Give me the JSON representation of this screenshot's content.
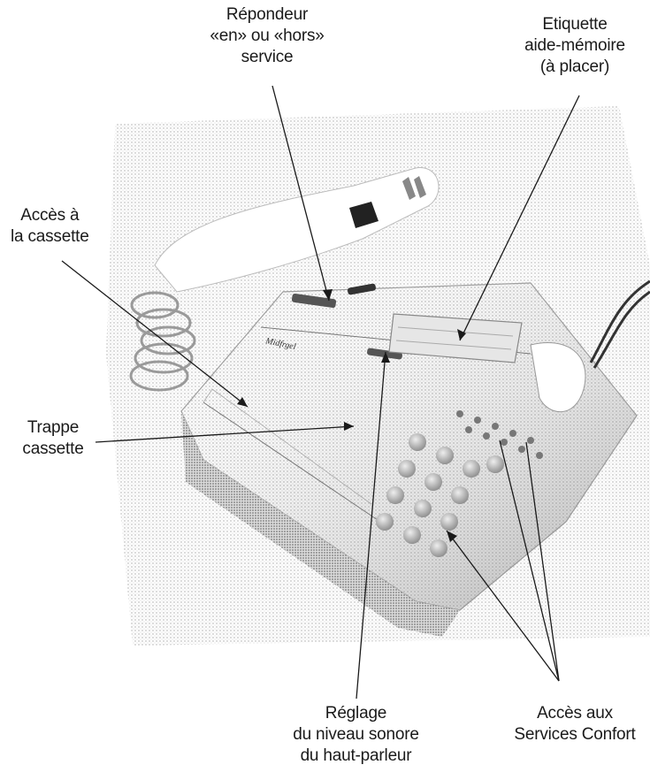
{
  "labels": {
    "repondeur": [
      "Répondeur",
      "«en» ou «hors»",
      "service"
    ],
    "etiquette": [
      "Etiquette",
      "aide-mémoire",
      "(à placer)"
    ],
    "acces_cassette": [
      "Accès à",
      "la cassette"
    ],
    "trappe": [
      "Trappe",
      "cassette"
    ],
    "reglage": [
      "Réglage",
      "du niveau sonore",
      "du haut-parleur"
    ],
    "acces_services": [
      "Accès aux",
      "Services Confort"
    ]
  },
  "device_brand": "Midfrgel"
}
